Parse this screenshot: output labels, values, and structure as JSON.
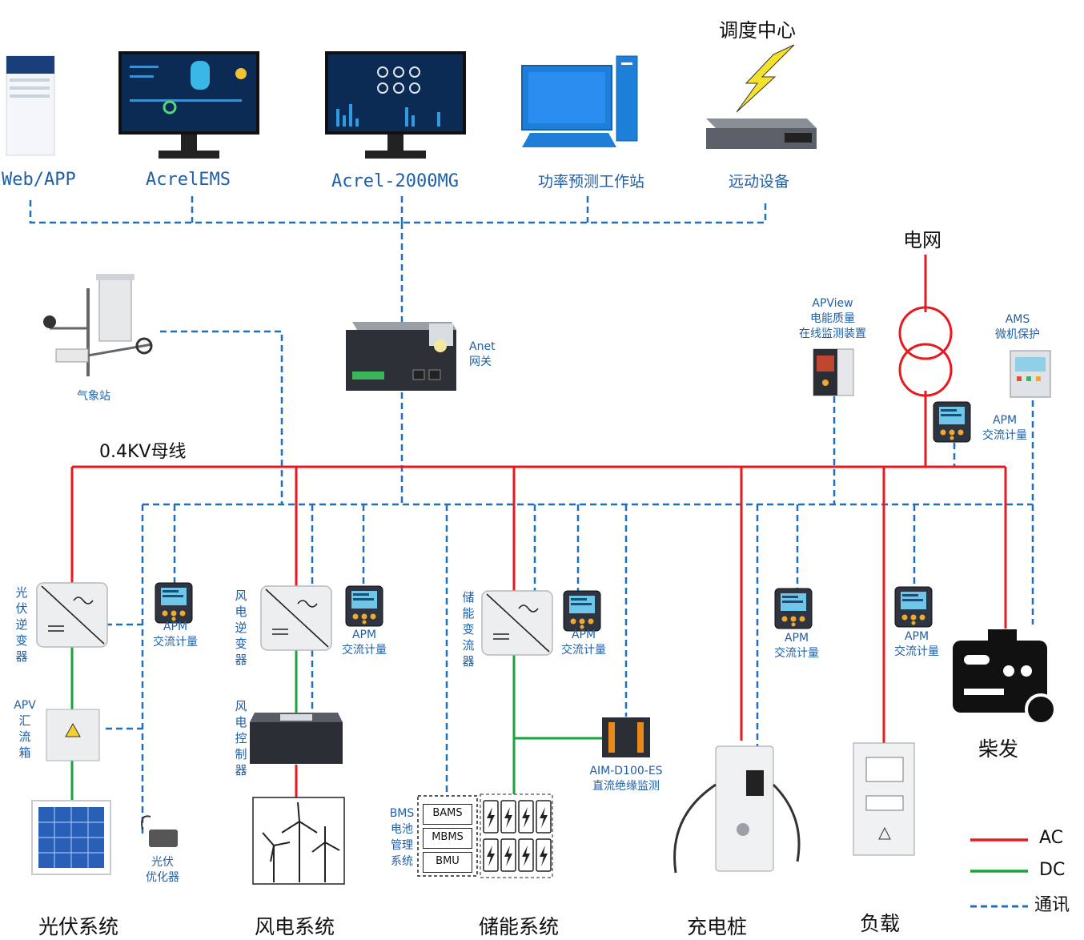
{
  "top": {
    "web_app": "Web/APP",
    "acrel_ems": "AcrelEMS",
    "acrel_2000mg": "Acrel-2000MG",
    "workstation": "功率预测工作站",
    "dispatch_center": "调度中心",
    "remote_device": "远动设备"
  },
  "grid": {
    "label": "电网",
    "bus": "0.4KV母线"
  },
  "gateway": {
    "line1": "Anet",
    "line2": "网关"
  },
  "weather": {
    "label": "气象站"
  },
  "apview": {
    "line1": "APView",
    "line2": "电能质量",
    "line3": "在线监测装置"
  },
  "ams": {
    "line1": "AMS",
    "line2": "微机保护"
  },
  "apm_grid": {
    "line1": "APM",
    "line2": "交流计量"
  },
  "pv": {
    "inverter": "光伏逆变器",
    "apm_line1": "APM",
    "apm_line2": "交流计量",
    "combiner_prefix": "APV",
    "combiner": "汇流箱",
    "optimizer_line1": "光伏",
    "optimizer_line2": "优化器",
    "system": "光伏系统"
  },
  "wind": {
    "inverter": "风电逆变器",
    "apm_line1": "APM",
    "apm_line2": "交流计量",
    "controller": "风电控制器",
    "system": "风电系统"
  },
  "storage": {
    "converter": "储能变流器",
    "apm_line1": "APM",
    "apm_line2": "交流计量",
    "aim_line1": "AIM-D100-ES",
    "aim_line2": "直流绝缘监测",
    "bms_line1": "BMS",
    "bms_line2": "电池",
    "bms_line3": "管理",
    "bms_line4": "系统",
    "bams": "BAMS",
    "mbms": "MBMS",
    "bmu": "BMU",
    "system": "储能系统"
  },
  "charging": {
    "apm_line1": "APM",
    "apm_line2": "交流计量",
    "system": "充电桩"
  },
  "load": {
    "apm_line1": "APM",
    "apm_line2": "交流计量",
    "system": "负载"
  },
  "diesel": {
    "label": "柴发"
  },
  "legend": {
    "ac": "AC",
    "dc": "DC",
    "comm": "通讯",
    "ac_color": "#e8191f",
    "dc_color": "#1aa33c",
    "comm_color": "#1f6fbf"
  }
}
